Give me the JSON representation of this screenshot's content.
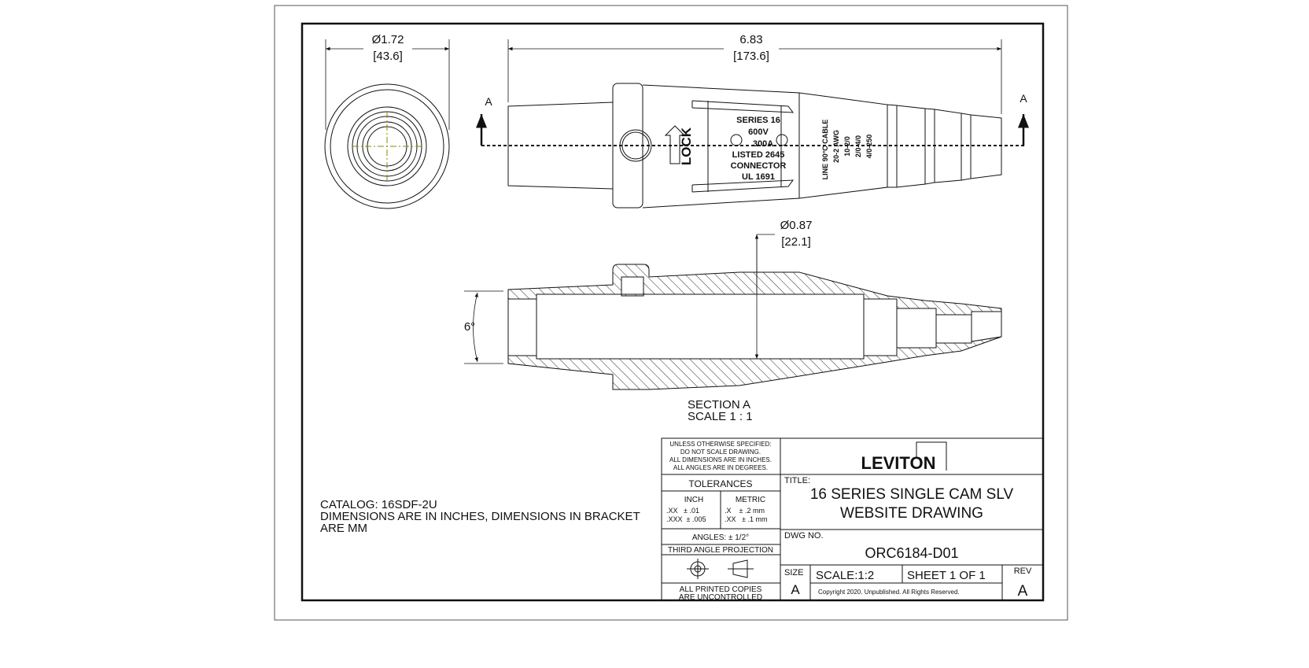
{
  "colors": {
    "line": "#111111",
    "background": "#ffffff",
    "centerline_accent": "#8a8a00"
  },
  "dimensions": {
    "end_diameter": "Ø1.72",
    "end_diameter_mm": "[43.6]",
    "overall_length": "6.83",
    "overall_length_mm": "[173.6]",
    "bore_diameter": "Ø0.87",
    "bore_diameter_mm": "[22.1]",
    "taper_angle": "6°"
  },
  "section_marks": {
    "left": "A",
    "right": "A"
  },
  "body_markings": {
    "lock": "LOCK",
    "series_block": [
      "SERIES 16",
      "600V",
      "300A",
      "LISTED 2645",
      "CONNECTOR",
      "UL 1691"
    ],
    "cable_block": [
      "LINE 90°C CABLE",
      "20-2 AWG",
      "10-2/0",
      "2/0-4/0",
      "4/0-250"
    ]
  },
  "section_view": {
    "title": "SECTION A",
    "scale": "SCALE 1 : 1"
  },
  "notes": {
    "catalog": "CATALOG: 16SDF-2U",
    "units_line1": "DIMENSIONS ARE IN INCHES, DIMENSIONS IN BRACKET",
    "units_line2": "ARE MM"
  },
  "title_block": {
    "unless": [
      "UNLESS OTHERWISE SPECIFIED:",
      "DO NOT SCALE DRAWING.",
      "ALL DIMENSIONS ARE IN INCHES.",
      "ALL ANGLES ARE IN DEGREES."
    ],
    "tolerances_label": "TOLERANCES",
    "inch_label": "INCH",
    "inch_rows": [
      ".XX   ± .01",
      ".XXX  ± .005"
    ],
    "metric_label": "METRIC",
    "metric_rows": [
      ".X    ± .2 mm",
      ".XX   ± .1 mm"
    ],
    "angles": "ANGLES: ± 1/2°",
    "projection": "THIRD ANGLE PROJECTION",
    "printed_line1": "ALL PRINTED COPIES",
    "printed_line2": "ARE UNCONTROLLED",
    "logo": "LEVITON",
    "title_label": "TITLE:",
    "title_line1": "16 SERIES SINGLE CAM SLV",
    "title_line2": "WEBSITE DRAWING",
    "dwg_label": "DWG NO.",
    "dwg_no": "ORC6184-D01",
    "size_label": "SIZE",
    "size": "A",
    "scale": "SCALE:1:2",
    "sheet": "SHEET 1 OF 1",
    "rev_label": "REV",
    "rev": "A",
    "copyright": "Copyright 2020. Unpublished. All Rights Reserved."
  }
}
